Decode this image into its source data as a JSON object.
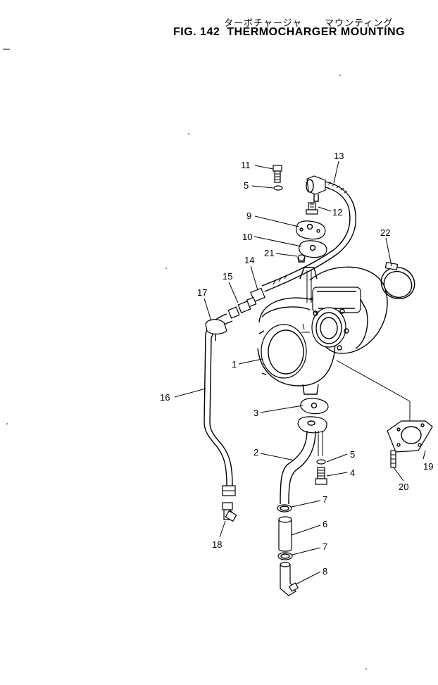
{
  "header": {
    "title_jp_left": "ターボチャージャ",
    "title_jp_right": "マウンティング",
    "fig_number": "FIG. 142",
    "title": "THERMOCHARGER MOUNTING"
  },
  "callouts": [
    {
      "id": "c11",
      "label": "11"
    },
    {
      "id": "c5a",
      "label": "5"
    },
    {
      "id": "c13",
      "label": "13"
    },
    {
      "id": "c12",
      "label": "12"
    },
    {
      "id": "c9",
      "label": "9"
    },
    {
      "id": "c10",
      "label": "10"
    },
    {
      "id": "c22",
      "label": "22"
    },
    {
      "id": "c21",
      "label": "21"
    },
    {
      "id": "c14",
      "label": "14"
    },
    {
      "id": "c15",
      "label": "15"
    },
    {
      "id": "c17",
      "label": "17"
    },
    {
      "id": "c1",
      "label": "1"
    },
    {
      "id": "c16",
      "label": "16"
    },
    {
      "id": "c3",
      "label": "3"
    },
    {
      "id": "c2",
      "label": "2"
    },
    {
      "id": "c5b",
      "label": "5"
    },
    {
      "id": "c4",
      "label": "4"
    },
    {
      "id": "c19",
      "label": "19"
    },
    {
      "id": "c20",
      "label": "20"
    },
    {
      "id": "c7a",
      "label": "7"
    },
    {
      "id": "c6",
      "label": "6"
    },
    {
      "id": "c18",
      "label": "18"
    },
    {
      "id": "c7b",
      "label": "7"
    },
    {
      "id": "c8",
      "label": "8"
    }
  ]
}
